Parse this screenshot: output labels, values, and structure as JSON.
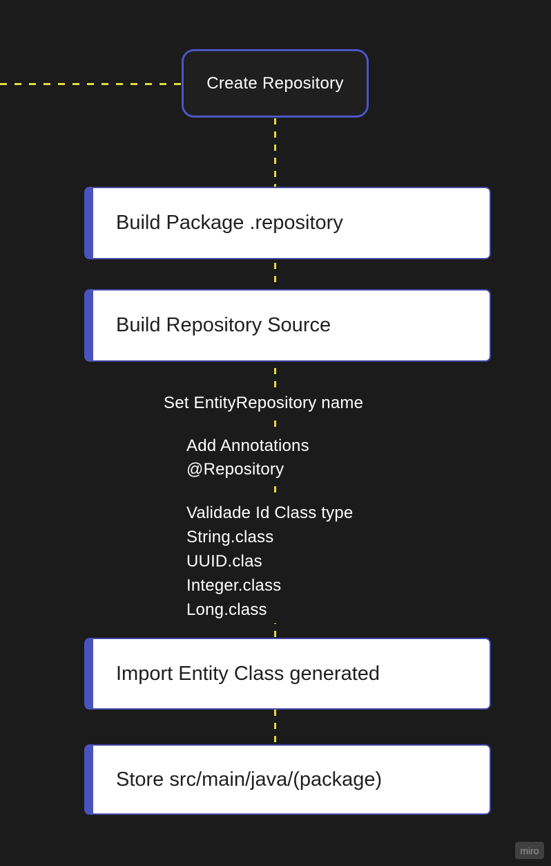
{
  "canvas": {
    "background_color": "#1b1b1b",
    "accent_blue": "#4d55c6",
    "bar_blue": "#4a53bd",
    "dash_yellow": "#e0dc3d",
    "box_fill": "#ffffff",
    "box_text_color": "#1f1f1f",
    "annotation_text_color": "#ffffff"
  },
  "flowchart": {
    "start_node": {
      "label": "Create Repository"
    },
    "boxes": [
      {
        "label": "Build Package .repository"
      },
      {
        "label": "Build Repository Source"
      },
      {
        "label": "Import Entity Class generated"
      },
      {
        "label": "Store src/main/java/(package)"
      }
    ],
    "annotations": [
      {
        "lines": [
          "Set EntityRepository name"
        ]
      },
      {
        "lines": [
          "Add Annotations",
          "@Repository"
        ]
      },
      {
        "lines": [
          "Validade Id Class type",
          "String.class",
          "UUID.clas",
          "Integer.class",
          "Long.class"
        ]
      }
    ]
  },
  "watermark": {
    "label": "miro"
  }
}
